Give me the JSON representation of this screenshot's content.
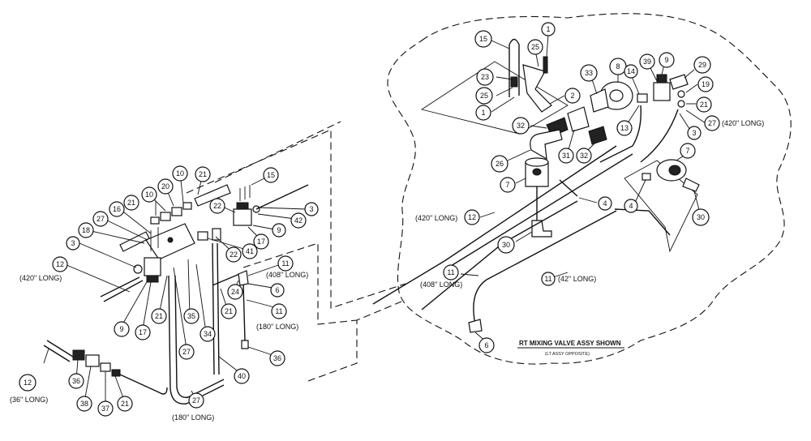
{
  "diagram": {
    "assembly_title": "RT MIXING VALVE ASSY SHOWN",
    "assembly_subtitle": "(LT ASSY OPPOSITE)",
    "length_labels": {
      "l420_left": "(420\" LONG)",
      "l420_right": "(420\" LONG)",
      "l420_mid": "(420\" LONG)",
      "l408_a": "(408\" LONG)",
      "l408_b": "(408\" LONG)",
      "l42": "(42\" LONG)",
      "l180_a": "(180\" LONG)",
      "l180_b": "(180\" LONG)",
      "l36": "(36\" LONG)"
    },
    "callouts": {
      "c15a": "15",
      "c1a": "1",
      "c25a": "25",
      "c23": "23",
      "c25b": "25",
      "c1b": "1",
      "c2": "2",
      "c33": "33",
      "c8": "8",
      "c39": "39",
      "c9a": "9",
      "c29": "29",
      "c14": "14",
      "c19": "19",
      "c21a": "21",
      "c13": "13",
      "c3a": "3",
      "c27a": "27",
      "c32a": "32",
      "c31": "31",
      "c32b": "32",
      "c26": "26",
      "c7a": "7",
      "c4a": "4",
      "c7b": "7",
      "c4b": "4",
      "c30a": "30",
      "c12a": "12",
      "c30b": "30",
      "c11a": "11",
      "c11b": "11",
      "c6a": "6",
      "c21b": "21",
      "c10a": "10",
      "c21c": "21",
      "c10b": "10",
      "c20": "20",
      "c15b": "15",
      "c16": "16",
      "c27b": "27",
      "c18": "18",
      "c22a": "22",
      "c3b": "3",
      "c3c": "3",
      "c42": "42",
      "c9b": "9",
      "c17a": "17",
      "c22b": "22",
      "c41": "41",
      "c11c": "11",
      "c12b": "12",
      "c6b": "6",
      "c24": "24",
      "c21d": "21",
      "c11d": "11",
      "c9c": "9",
      "c17b": "17",
      "c21e": "21",
      "c35": "35",
      "c34": "34",
      "c27c": "27",
      "c36a": "36",
      "c40": "40",
      "c12c": "12",
      "c36b": "36",
      "c38": "38",
      "c37": "37",
      "c21f": "21",
      "c27d": "27"
    }
  }
}
